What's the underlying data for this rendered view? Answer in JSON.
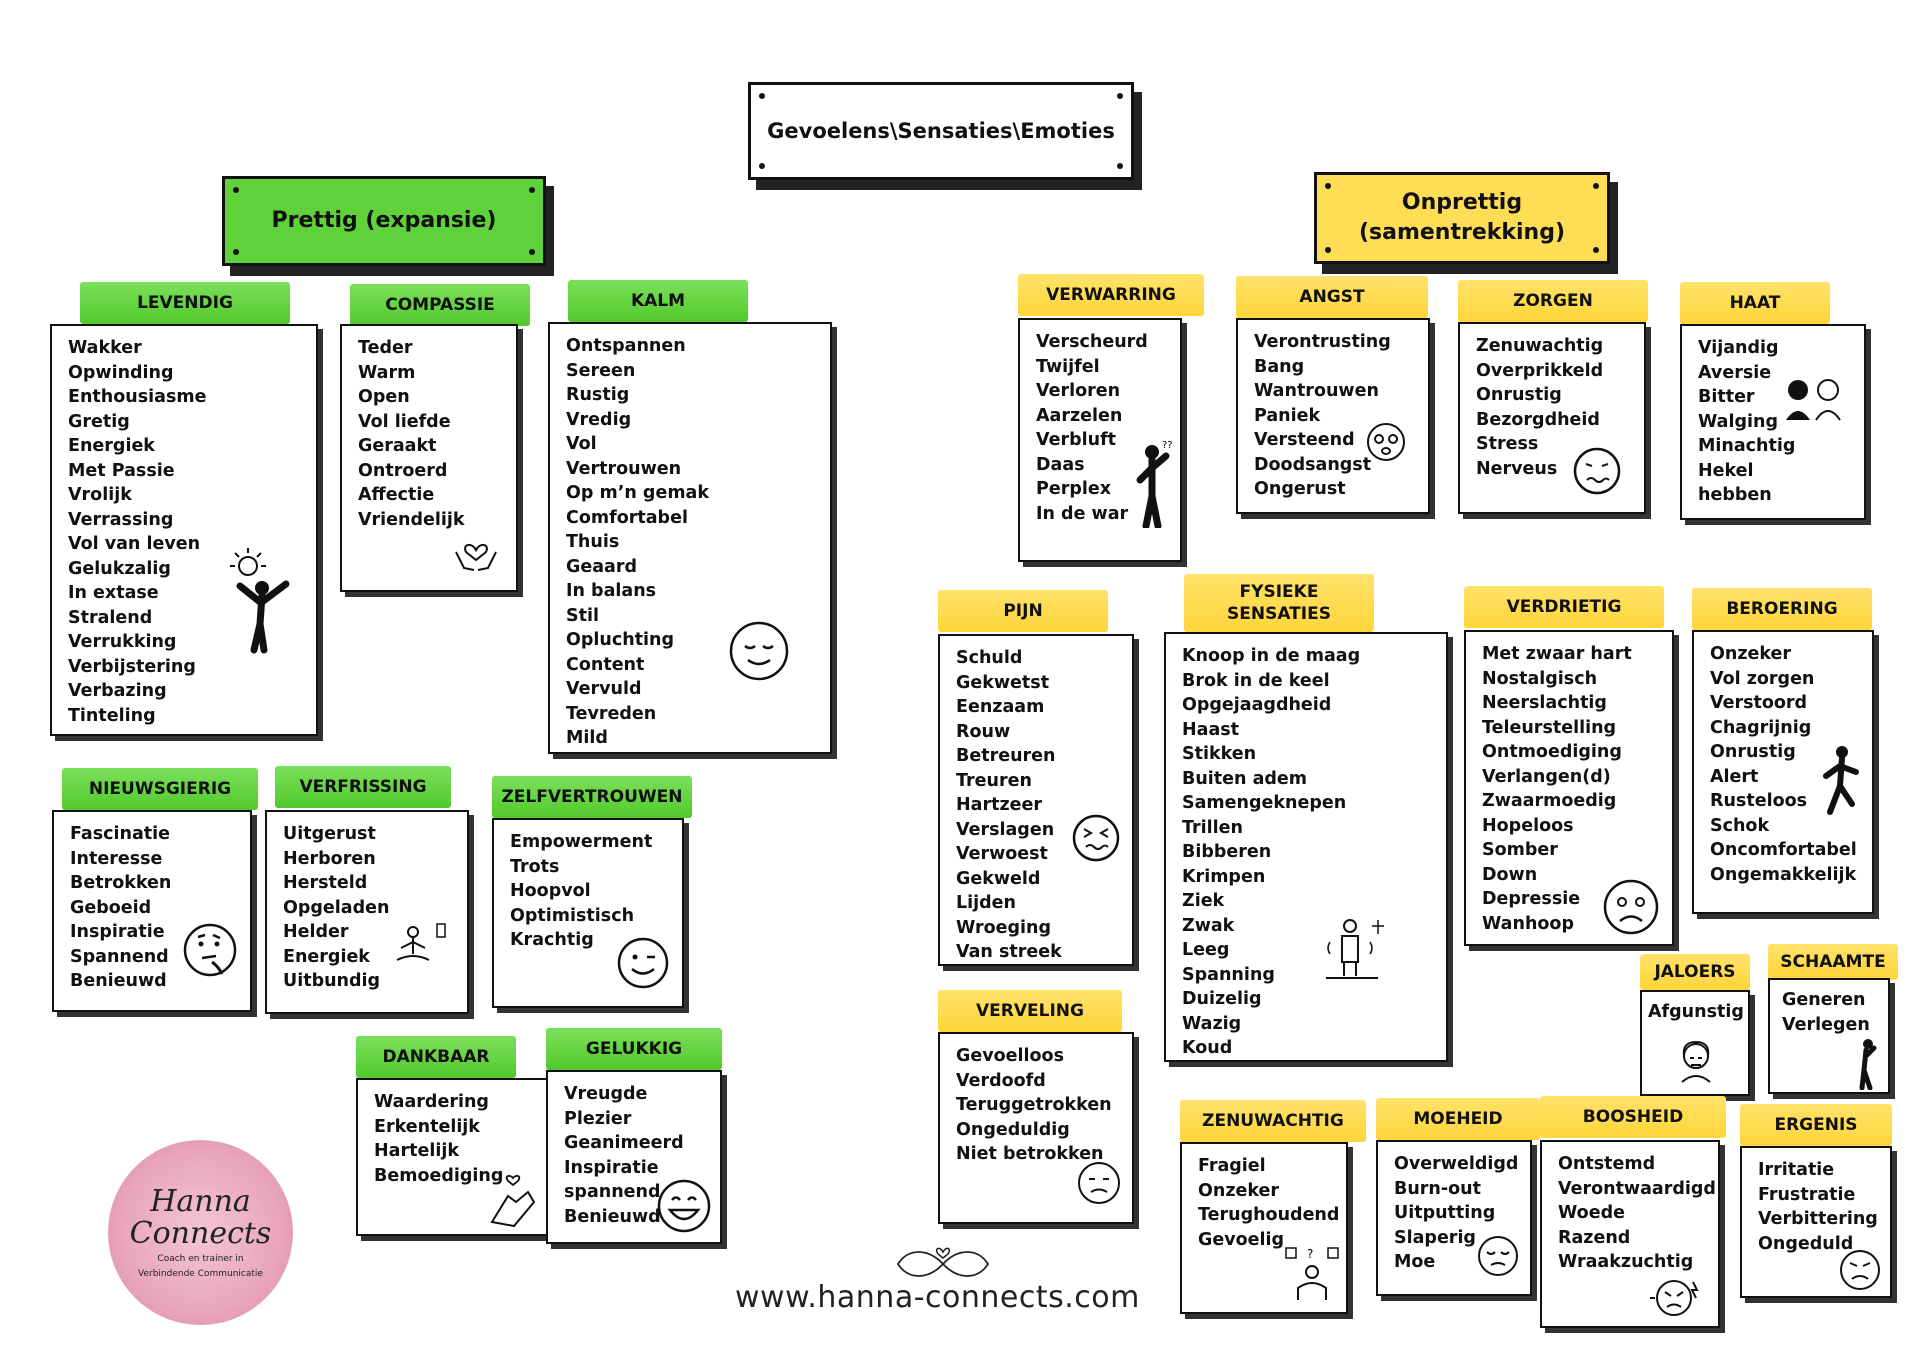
{
  "title": "Gevoelens\\Sensaties\\Emoties",
  "pleasant": {
    "heading": "Prettig (expansie)"
  },
  "unpleasant": {
    "heading_line1": "Onprettig",
    "heading_line2": "(samentrekking)"
  },
  "categories": {
    "levendig": {
      "label": "LEVENDIG",
      "items": [
        "Wakker",
        "Opwinding",
        "Enthousiasme",
        "Gretig",
        "Energiek",
        "Met Passie",
        "Vrolijk",
        "Verrassing",
        "Vol van leven",
        "Gelukzalig",
        "In extase",
        "Stralend",
        "Verrukking",
        "Verbijstering",
        "Verbazing",
        "Tinteling"
      ]
    },
    "compassie": {
      "label": "COMPASSIE",
      "items": [
        "Teder",
        "Warm",
        "Open",
        "Vol liefde",
        "Geraakt",
        "Ontroerd",
        "Affectie",
        "Vriendelijk"
      ]
    },
    "kalm": {
      "label": "KALM",
      "items": [
        "Ontspannen",
        "Sereen",
        "Rustig",
        "Vredig",
        "Vol",
        "Vertrouwen",
        "Op m’n gemak",
        "Comfortabel",
        "Thuis",
        "Geaard",
        "In balans",
        "Stil",
        "Opluchting",
        "Content",
        "Vervuld",
        "Tevreden",
        "Mild"
      ]
    },
    "nieuwsgierig": {
      "label": "NIEUWSGIERIG",
      "items": [
        "Fascinatie",
        "Interesse",
        "Betrokken",
        "Geboeid",
        "Inspiratie",
        "Spannend",
        "Benieuwd"
      ]
    },
    "verfrissing": {
      "label": "VERFRISSING",
      "items": [
        "Uitgerust",
        "Herboren",
        "Hersteld",
        "Opgeladen",
        "Helder",
        "Energiek",
        "Uitbundig"
      ]
    },
    "zelfvertrouwen": {
      "label": "ZELFVERTROUWEN",
      "items": [
        "Empowerment",
        "Trots",
        "Hoopvol",
        "Optimistisch",
        "Krachtig"
      ]
    },
    "dankbaar": {
      "label": "DANKBAAR",
      "items": [
        "Waardering",
        "Erkentelijk",
        "Hartelijk",
        "Bemoediging"
      ]
    },
    "gelukkig": {
      "label": "GELUKKIG",
      "items": [
        "Vreugde",
        "Plezier",
        "Geanimeerd",
        "Inspiratie",
        "spannend",
        "Benieuwd"
      ]
    },
    "verwarring": {
      "label": "VERWARRING",
      "items": [
        "Verscheurd",
        "Twijfel",
        "Verloren",
        "Aarzelen",
        "Verbluft",
        "Daas",
        "Perplex",
        "In de war"
      ]
    },
    "angst": {
      "label": "ANGST",
      "items": [
        "Verontrusting",
        "Bang",
        "Wantrouwen",
        "Paniek",
        "Versteend",
        "Doodsangst",
        "Ongerust"
      ]
    },
    "zorgen": {
      "label": "ZORGEN",
      "items": [
        "Zenuwachtig",
        "Overprikkeld",
        "Onrustig",
        "Bezorgdheid",
        "Stress",
        "Nerveus"
      ]
    },
    "haat": {
      "label": "HAAT",
      "items": [
        "Vijandig",
        "Aversie",
        "Bitter",
        "Walging",
        "Minachtig",
        "Hekel",
        "hebben"
      ]
    },
    "pijn": {
      "label": "PIJN",
      "items": [
        "Schuld",
        "Gekwetst",
        "Eenzaam",
        "Rouw",
        "Betreuren",
        "Treuren",
        "Hartzeer",
        "Verslagen",
        "Verwoest",
        "Gekweld",
        "Lijden",
        "Wroeging",
        "Van streek"
      ]
    },
    "fysieke": {
      "label_line1": "FYSIEKE",
      "label_line2": "SENSATIES",
      "items": [
        "Knoop in de maag",
        "Brok in de keel",
        "Opgejaagdheid",
        "Haast",
        "Stikken",
        "Buiten adem",
        "Samengeknepen",
        "Trillen",
        "Bibberen",
        "Krimpen",
        "Ziek",
        "Zwak",
        "Leeg",
        "Spanning",
        "Duizelig",
        "Wazig",
        "Koud"
      ]
    },
    "verdriet": {
      "label": "VERDRIETIG",
      "items": [
        "Met zwaar hart",
        "Nostalgisch",
        "Neerslachtig",
        "Teleurstelling",
        "Ontmoediging",
        "Verlangen(d)",
        "Zwaarmoedig",
        "Hopeloos",
        "Somber",
        "Down",
        "Depressie",
        "Wanhoop"
      ]
    },
    "beroering": {
      "label": "BEROERING",
      "items": [
        "Onzeker",
        "Vol zorgen",
        "Verstoord",
        "Chagrijnig",
        "Onrustig",
        "Alert",
        "Rusteloos",
        "Schok",
        "Oncomfortabel",
        "Ongemakkelijk"
      ]
    },
    "verveling": {
      "label": "VERVELING",
      "items": [
        "Gevoelloos",
        "Verdoofd",
        "Teruggetrokken",
        "Ongeduldig",
        "Niet betrokken"
      ]
    },
    "jaloers": {
      "label": "JALOERS",
      "items": [
        "Afgunstig"
      ]
    },
    "schaamte": {
      "label": "SCHAAMTE",
      "items": [
        "Generen",
        "Verlegen"
      ]
    },
    "zenuwachtig": {
      "label": "ZENUWACHTIG",
      "items": [
        "Fragiel",
        "Onzeker",
        "Terughoudend",
        "Gevoelig"
      ]
    },
    "moeheid": {
      "label": "MOEHEID",
      "items": [
        "Overweldigd",
        "Burn-out",
        "Uitputting",
        "Slaperig",
        "Moe"
      ]
    },
    "boosheid": {
      "label": "BOOSHEID",
      "items": [
        "Ontstemd",
        "Verontwaardigd",
        "Woede",
        "Razend",
        "Wraakzuchtig"
      ]
    },
    "ergenis": {
      "label": "ERGENIS",
      "items": [
        "Irritatie",
        "Frustratie",
        "Verbittering",
        "Ongeduld"
      ]
    }
  },
  "footer": {
    "website": "www.hanna-connects.com"
  },
  "logo": {
    "name_line1": "Hanna",
    "name_line2": "Connects",
    "tagline_line1": "Coach en trainer in",
    "tagline_line2": "Verbindende Communicatie"
  },
  "colors": {
    "green": "#5fd13a",
    "yellow": "#ffdd55"
  }
}
